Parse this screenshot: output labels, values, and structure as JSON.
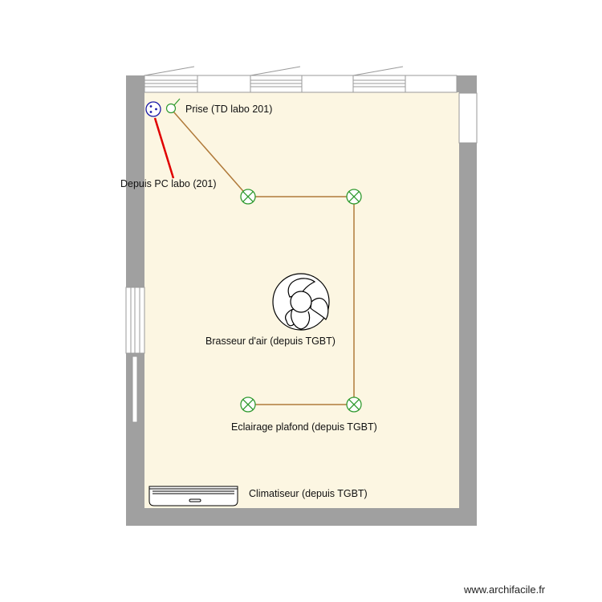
{
  "plan": {
    "labels": {
      "socket": "Prise (TD labo 201)",
      "source": "Depuis PC labo (201)",
      "fan": "Brasseur d'air (depuis TGBT)",
      "lighting": "Eclairage plafond (depuis TGBT)",
      "ac": "Climatiseur (depuis TGBT)"
    },
    "watermark": "www.archifacile.fr",
    "colors": {
      "floor": "#fcf6e2",
      "wall": "#a0a0a0",
      "window": "#ffffff",
      "light_fixture": "#2f9a2f",
      "cable": "#b07a3a",
      "source_cable": "#e00000",
      "outlet": "#1a1aa8"
    },
    "icons": [
      "power-outlet-icon",
      "socket-icon",
      "light-fixture-icon",
      "ceiling-fan-icon",
      "air-conditioner-icon"
    ]
  }
}
